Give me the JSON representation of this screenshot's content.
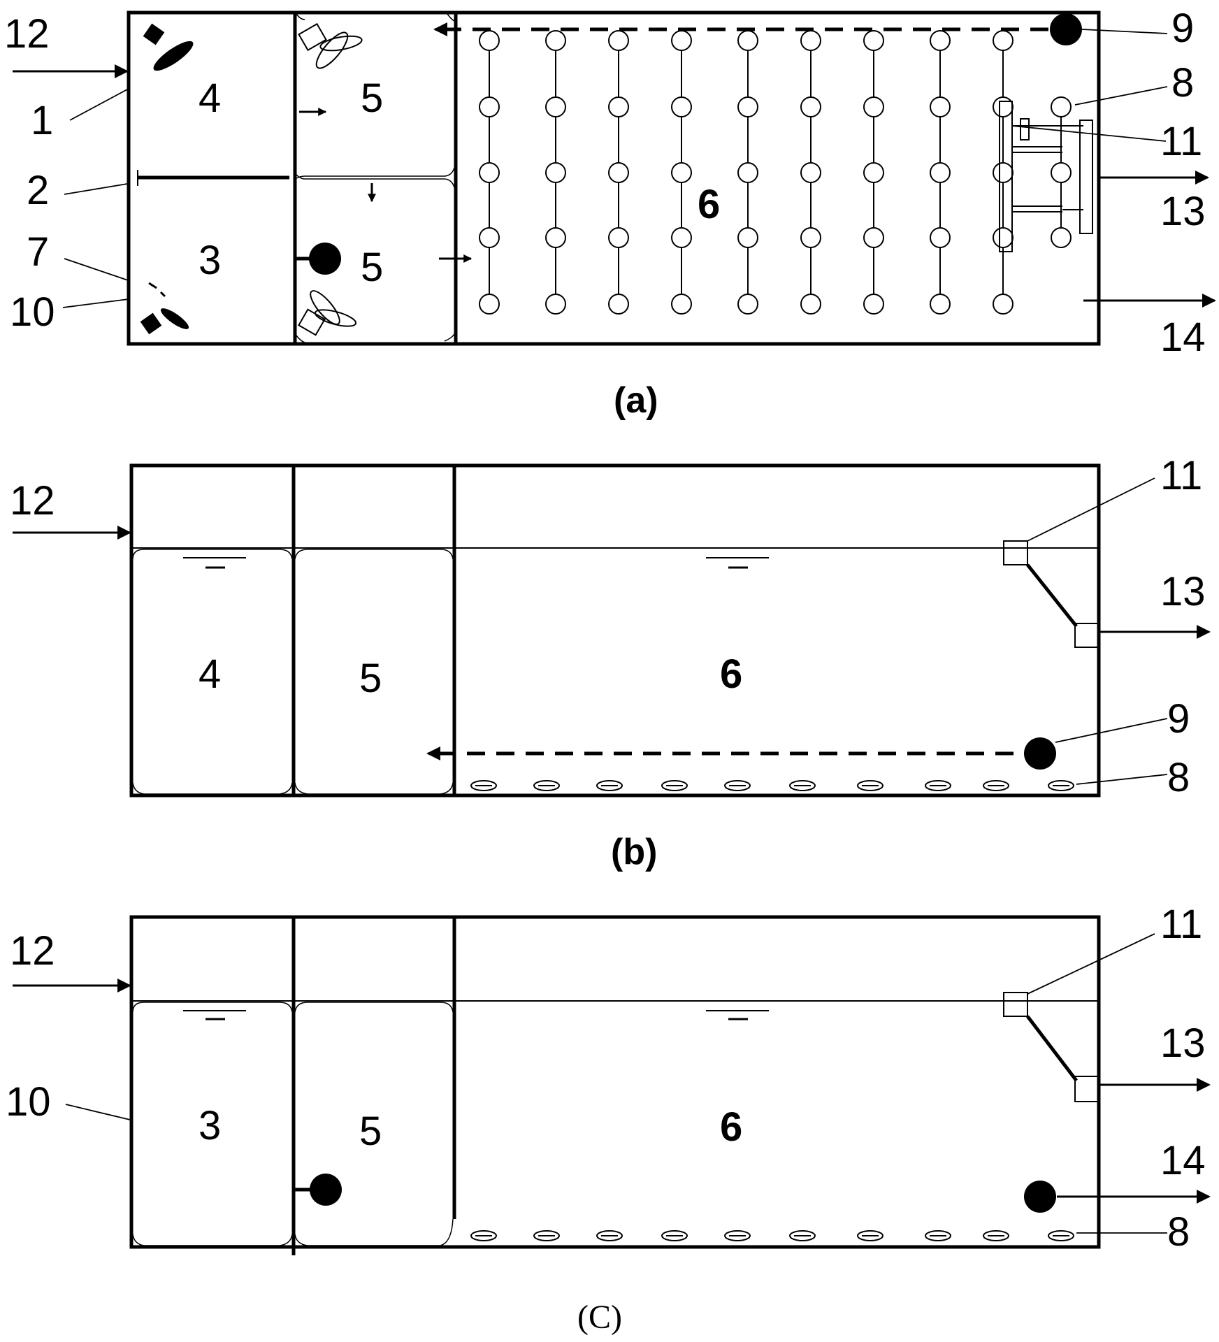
{
  "panel_a": {
    "caption": "(a)",
    "labels": {
      "n12": "12",
      "n1": "1",
      "n2": "2",
      "n7": "7",
      "n10": "10",
      "n4": "4",
      "n3": "3",
      "n5a": "5",
      "n5b": "5",
      "n6": "6",
      "n9": "9",
      "n8": "8",
      "n11": "11",
      "n13": "13",
      "n14": "14"
    }
  },
  "panel_b": {
    "caption": "(b)",
    "labels": {
      "n12": "12",
      "n4": "4",
      "n5": "5",
      "n6": "6",
      "n11": "11",
      "n13": "13",
      "n9": "9",
      "n8": "8"
    }
  },
  "panel_c": {
    "caption": "(C)",
    "labels": {
      "n12": "12",
      "n10": "10",
      "n3": "3",
      "n5": "5",
      "n6": "6",
      "n11": "11",
      "n13": "13",
      "n14": "14",
      "n8": "8"
    }
  }
}
